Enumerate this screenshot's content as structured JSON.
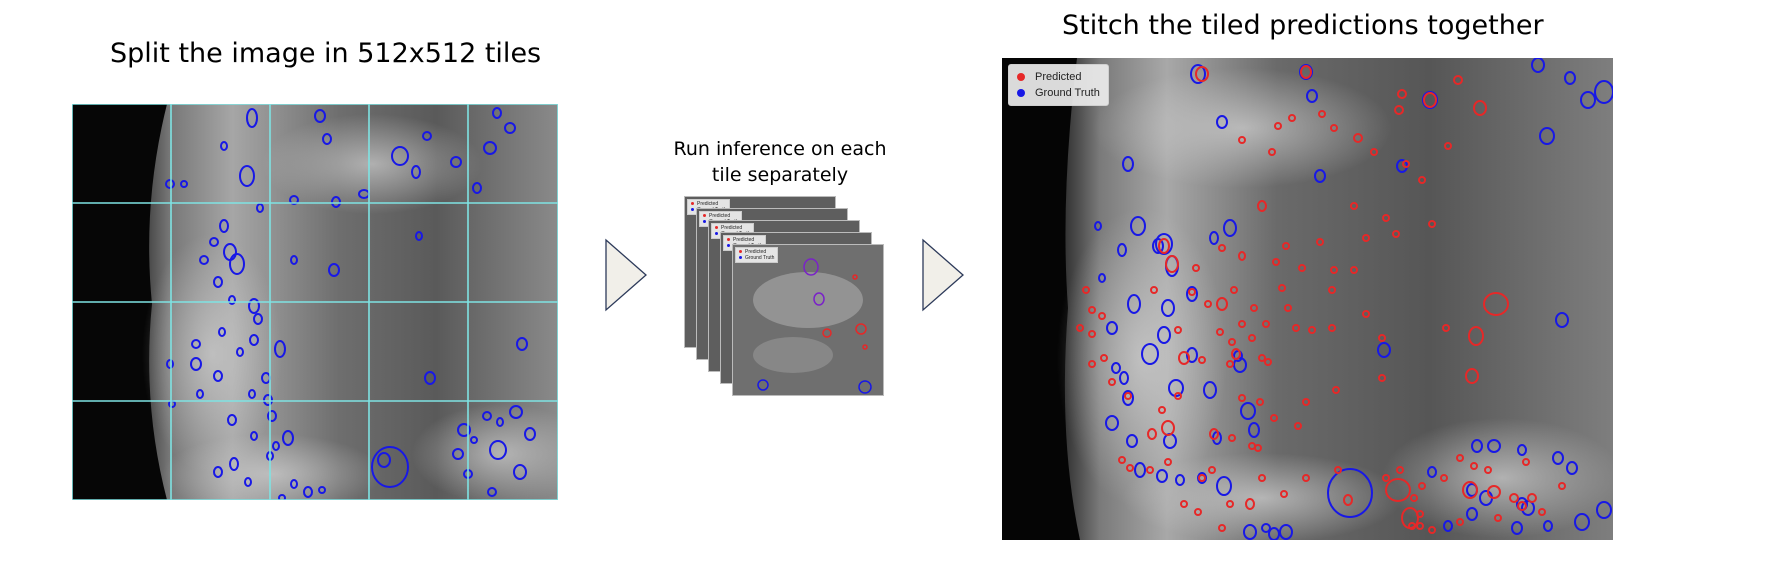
{
  "steps": {
    "split_title": "Split the image in 512x512 tiles",
    "inference_title": "Run inference on each tile separately",
    "stitch_title": "Stitch the tiled predictions together"
  },
  "legend": {
    "predicted": "Predicted",
    "ground_truth": "Ground Truth"
  },
  "colors": {
    "grid": "#7fe3e3",
    "ground_truth": "#1818e6",
    "predicted": "#e62828",
    "arrow_fill": "#f1efe9",
    "arrow_stroke": "#2d3a5a"
  },
  "icons": {
    "arrow": "right-triangle-arrow-icon"
  }
}
